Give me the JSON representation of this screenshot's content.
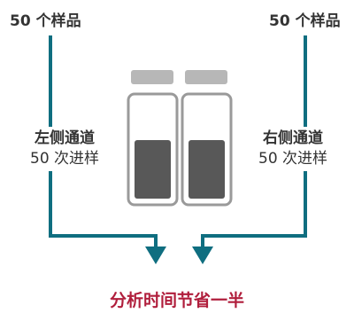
{
  "left_channel": {
    "sample_count": "50 个样品",
    "channel_name": "左侧通道",
    "injection_count": "50 次进样"
  },
  "right_channel": {
    "sample_count": "50 个样品",
    "channel_name": "右侧通道",
    "injection_count": "50 次进样"
  },
  "summary": "分析时间节省一半",
  "colors": {
    "flow_line": "#0f6e80",
    "summary_text": "#b01e3c",
    "vial_cap": "#b7b7b7",
    "vial_outline": "#9a9a9a",
    "vial_liquid": "#585858"
  }
}
